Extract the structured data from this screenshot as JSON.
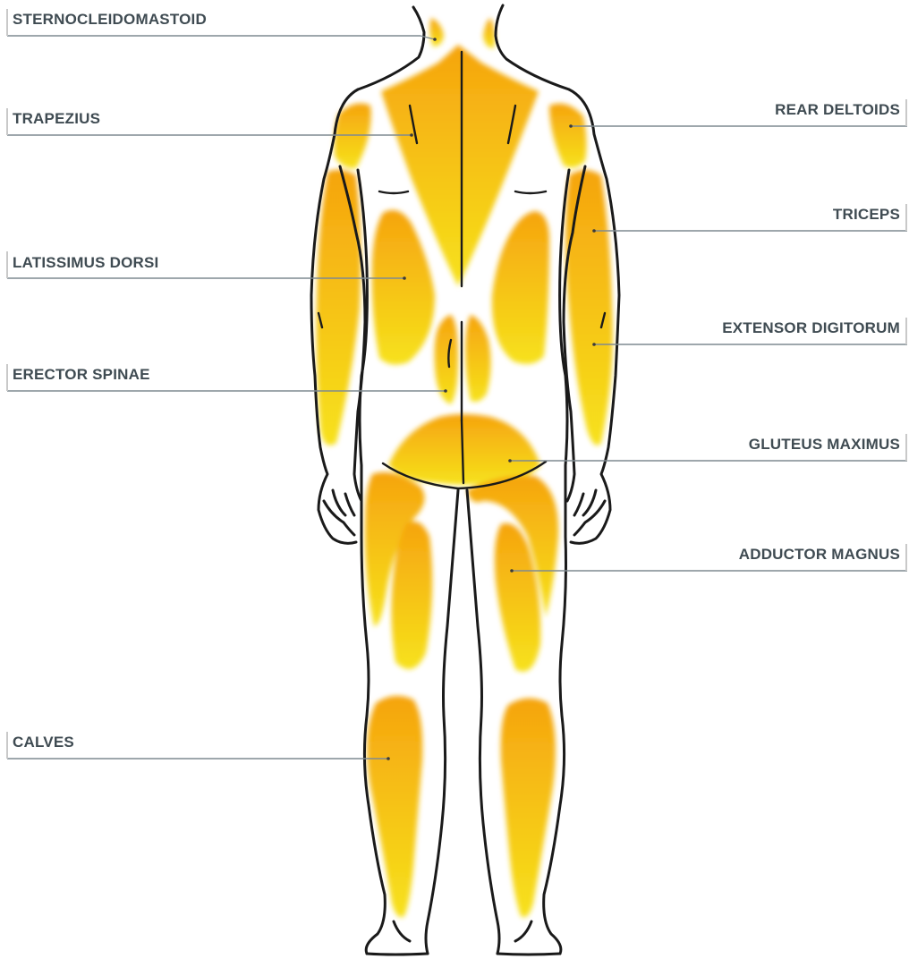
{
  "colors": {
    "muscle_dark": "#f5a40f",
    "muscle_light": "#f7e21c",
    "outline": "#1a1a1a",
    "leader": "#7f8a90",
    "label_text": "#3f4b52",
    "bracket": "#c9c9c9"
  },
  "labels": {
    "sternocleidomastoid": "STERNOCLEIDOMASTOID",
    "trapezius": "TRAPEZIUS",
    "latissimus_dorsi": "LATISSIMUS DORSI",
    "erector_spinae": "ERECTOR SPINAE",
    "calves": "CALVES",
    "rear_deltoids": "REAR DELTOIDS",
    "triceps": "TRICEPS",
    "extensor_digitorum": "EXTENSOR DIGITORUM",
    "gluteus_maximus": "GLUTEUS MAXIMUS",
    "adductor_magnus": "ADDUCTOR MAGNUS"
  }
}
